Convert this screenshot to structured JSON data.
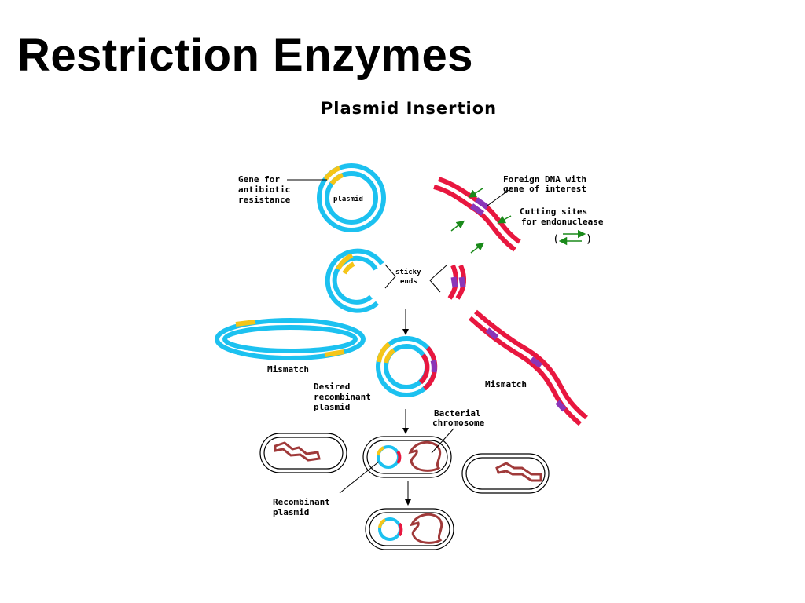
{
  "slide": {
    "title": "Restriction Enzymes"
  },
  "diagram": {
    "title": "Plasmid Insertion",
    "labels": {
      "gene_for": "Gene for",
      "antibiotic": "antibiotic",
      "resistance": "resistance",
      "plasmid": "plasmid",
      "foreign_dna_line1": "Foreign DNA with",
      "foreign_dna_line2": "gene of interest",
      "cutting_sites_line1": "Cutting sites",
      "cutting_sites_line2_a": "for",
      "cutting_sites_line2_b": "endonuclease",
      "sticky": "sticky",
      "ends": "ends",
      "mismatch_plasmid": "Mismatch",
      "mismatch_dna": "Mismatch",
      "desired_line1": "Desired",
      "desired_line2": "recombinant",
      "desired_line3": "plasmid",
      "bacterial_line1": "Bacterial",
      "bacterial_line2": "chromosome",
      "recombinant_line1": "Recombinant",
      "recombinant_line2": "plasmid"
    },
    "colors": {
      "plasmid": "#1cc1f0",
      "resistance_gene": "#f5c518",
      "foreign_dna": "#e8173f",
      "gene_of_interest": "#8a35b8",
      "arrow_green": "#1a8a1a",
      "chromosome": "#a03a3a"
    }
  }
}
